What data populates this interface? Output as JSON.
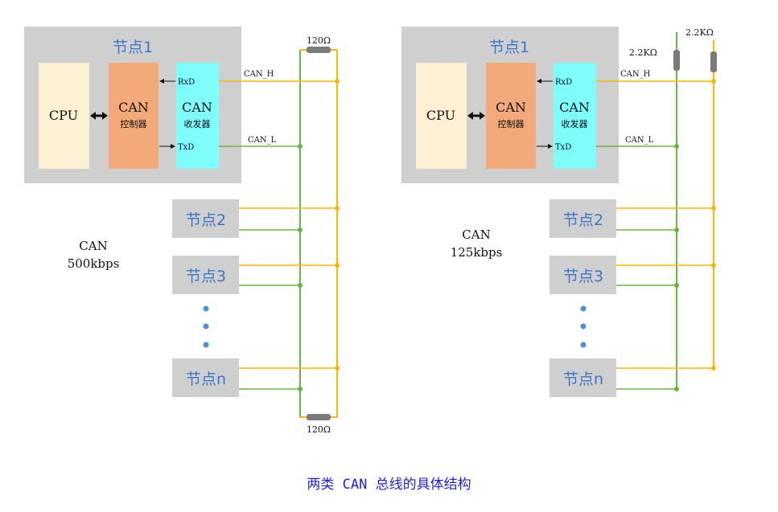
{
  "left": {
    "node1_title": "节点1",
    "cpu": "CPU",
    "controller_line1": "CAN",
    "controller_line2": "控制器",
    "transceiver_line1": "CAN",
    "transceiver_line2": "收发器",
    "rxd": "RxD",
    "txd": "TxD",
    "can_h": "CAN_H",
    "can_l": "CAN_L",
    "resistor_top": "120Ω",
    "resistor_bottom": "120Ω",
    "node2": "节点2",
    "node3": "节点3",
    "noden": "节点n",
    "bus_label": "CAN",
    "bus_speed": "500kbps"
  },
  "right": {
    "node1_title": "节点1",
    "cpu": "CPU",
    "controller_line1": "CAN",
    "controller_line2": "控制器",
    "transceiver_line1": "CAN",
    "transceiver_line2": "收发器",
    "rxd": "RxD",
    "txd": "TxD",
    "can_h": "CAN_H",
    "can_l": "CAN_L",
    "resistor_1": "2.2KΩ",
    "resistor_2": "2.2KΩ",
    "node2": "节点2",
    "node3": "节点3",
    "noden": "节点n",
    "bus_label": "CAN",
    "bus_speed": "125kbps"
  },
  "caption": "两类 CAN 总线的具体结构",
  "colors": {
    "can_h_wire": "#f5b800",
    "can_l_wire": "#6db33f",
    "node_box": "#cfcfcf",
    "cpu_fill": "#fdf0d2",
    "controller_fill": "#f4a97a",
    "transceiver_fill": "#7ffcfc",
    "node_label": "#3a78c8",
    "caption": "#1f1fd6",
    "dots": "#4a8fd8"
  }
}
